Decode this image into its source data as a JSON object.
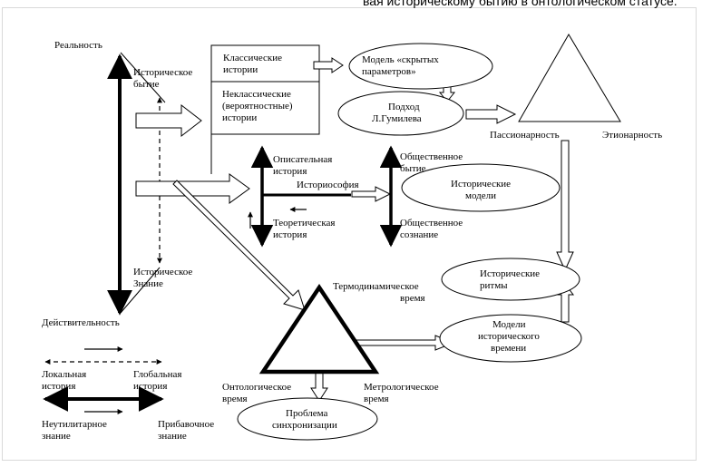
{
  "top_caption": "вая историческому бытию в онтологическом статусе.",
  "labels": {
    "reality": "Реальность",
    "historical_being_1": "Историческое",
    "historical_being_2": "бытие",
    "classical_1": "Классические",
    "classical_2": "истории",
    "nonclassical_1": "Неклассические",
    "nonclassical_2": "(вероятностные)",
    "nonclassical_3": "истории",
    "hidden_params_1": "Модель «скрытых",
    "hidden_params_2": "параметров»",
    "gumilev_1": "Подход",
    "gumilev_2": "Л.Гумилева",
    "passionarity": "Пассионарность",
    "ethnonarity": "Этионарность",
    "descriptive_1": "Описательная",
    "descriptive_2": "история",
    "historiosophy": "Историософия",
    "theoretical_1": "Теоретическая",
    "theoretical_2": "история",
    "social_being_1": "Общественное",
    "social_being_2": "бытие",
    "social_consc_1": "Общественное",
    "social_consc_2": "сознание",
    "hist_models_1": "Исторические",
    "hist_models_2": "модели",
    "hist_knowledge_1": "Историческое",
    "hist_knowledge_2": "Знание",
    "actuality": "Действительность",
    "thermo_1": "Термодинамическое",
    "thermo_2": "время",
    "hist_rhythms_1": "Исторические",
    "hist_rhythms_2": "ритмы",
    "time_models_1": "Модели",
    "time_models_2": "исторического",
    "time_models_3": "времени",
    "ontological_1": "Онтологическое",
    "ontological_2": "время",
    "metrological_1": "Метрологическое",
    "metrological_2": "время",
    "sync_1": "Проблема",
    "sync_2": "синхронизации",
    "local_1": "Локальная",
    "local_2": "история",
    "global_1": "Глобальная",
    "global_2": "история",
    "neutilitarian_1": "Неутилитарное",
    "neutilitarian_2": "знание",
    "additive_1": "Прибавочное",
    "additive_2": "знание"
  }
}
